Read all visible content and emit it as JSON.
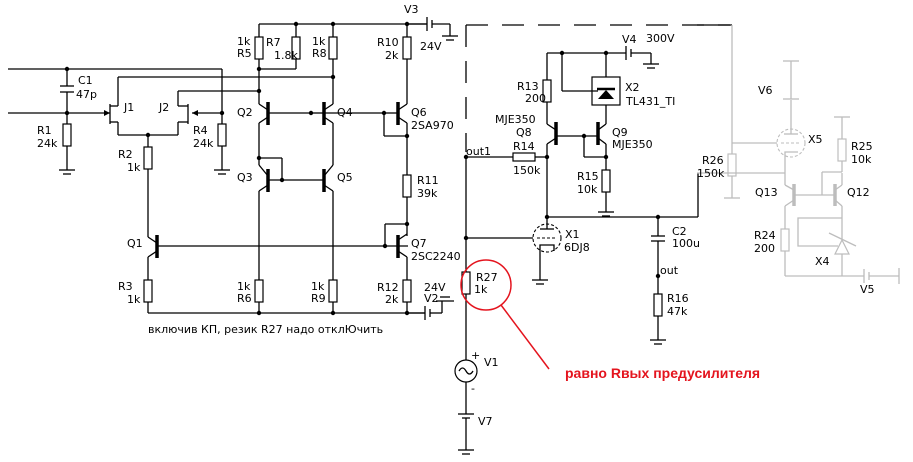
{
  "components": {
    "C1": {
      "ref": "C1",
      "value": "47p"
    },
    "R1": {
      "ref": "R1",
      "value": "24k"
    },
    "R2": {
      "ref": "R2",
      "value": "1k"
    },
    "R3": {
      "ref": "R3",
      "value": "1k"
    },
    "R4": {
      "ref": "R4",
      "value": "24k"
    },
    "R5": {
      "ref": "R5",
      "value": "1k"
    },
    "R6": {
      "ref": "R6",
      "value": "1k"
    },
    "R7": {
      "ref": "R7",
      "value": "1.8k"
    },
    "R8": {
      "ref": "R8",
      "value": "1k"
    },
    "R9": {
      "ref": "R9",
      "value": "1k"
    },
    "R10": {
      "ref": "R10",
      "value": "2k"
    },
    "R11": {
      "ref": "R11",
      "value": "39k"
    },
    "R12": {
      "ref": "R12",
      "value": "2k"
    },
    "R13": {
      "ref": "R13",
      "value": "200"
    },
    "R14": {
      "ref": "R14",
      "value": "150k"
    },
    "R15": {
      "ref": "R15",
      "value": "10k"
    },
    "R16": {
      "ref": "R16",
      "value": "47k"
    },
    "R24": {
      "ref": "R24",
      "value": "200"
    },
    "R25": {
      "ref": "R25",
      "value": "10k"
    },
    "R26": {
      "ref": "R26",
      "value": "150k"
    },
    "R27": {
      "ref": "R27",
      "value": "1k"
    },
    "C2": {
      "ref": "C2",
      "value": "100u"
    },
    "J1": {
      "ref": "J1"
    },
    "J2": {
      "ref": "J2"
    },
    "Q1": {
      "ref": "Q1"
    },
    "Q2": {
      "ref": "Q2"
    },
    "Q3": {
      "ref": "Q3"
    },
    "Q4": {
      "ref": "Q4"
    },
    "Q5": {
      "ref": "Q5"
    },
    "Q6": {
      "ref": "Q6",
      "model": "2SA970"
    },
    "Q7": {
      "ref": "Q7",
      "model": "2SC2240"
    },
    "Q8": {
      "ref": "Q8",
      "model": "MJE350"
    },
    "Q9": {
      "ref": "Q9",
      "model": "MJE350"
    },
    "Q12": {
      "ref": "Q12"
    },
    "Q13": {
      "ref": "Q13"
    },
    "X1": {
      "ref": "X1",
      "model": "6DJ8"
    },
    "X2": {
      "ref": "X2",
      "model": "TL431_TI"
    },
    "X4": {
      "ref": "X4"
    },
    "X5": {
      "ref": "X5"
    },
    "V1": {
      "ref": "V1",
      "plus": "+",
      "minus": "-"
    },
    "V2": {
      "ref": "V2",
      "value": "24V"
    },
    "V3": {
      "ref": "V3",
      "value": "24V"
    },
    "V4": {
      "ref": "V4",
      "value": "300V"
    },
    "V5": {
      "ref": "V5"
    },
    "V6": {
      "ref": "V6"
    },
    "V7": {
      "ref": "V7"
    }
  },
  "nets": {
    "out1": "out1",
    "out": "out"
  },
  "annotations": {
    "note": "включив КП, резик R27 надо отклЮчить",
    "callout": "равно Rвых предусилителя",
    "callout_color": "#e4141e"
  }
}
